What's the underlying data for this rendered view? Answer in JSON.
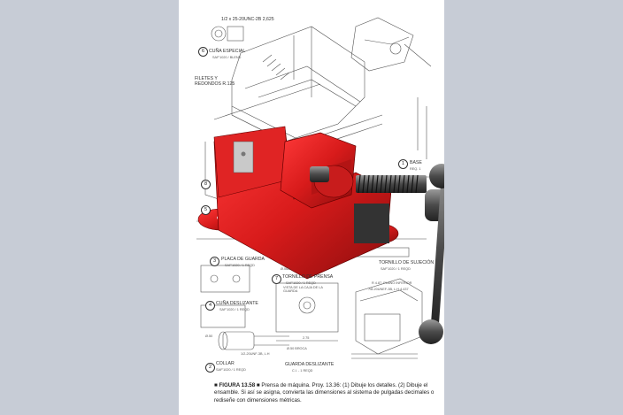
{
  "labels": {
    "top_callout": "1/2 x 25-20UNC-2B  2,625",
    "cuna_especial": "CUÑA ESPECIAL",
    "cuna_especial_sub": "SAF'1020 / BLEND",
    "filetes": "FILETES Y\nREDONDOS R.125",
    "base": "BASE",
    "base_sub": "REQ. 1",
    "placa_guarda": "PLACA DE GUARDA",
    "placa_guarda_sub": "SAF'1020 / 1 REQD",
    "tornillo_prensa": "TORNILLO DE PRENSA",
    "tornillo_prensa_sub": "SAF'1020 / 1 REQD",
    "tornillo_sujecion": "TORNILLO DE SUJECIÓN",
    "tornillo_sujecion_sub": "SAF'1020 / 1 REQD",
    "cuna_deslizante": "CUÑA DESLIZANTE",
    "cuna_deslizante_sub": "SAF'1020 / 1 REQD",
    "collar": "COLLAR",
    "collar_sub": "SAF'1020 / 1 REQD",
    "guarda_deslizante": "GUARDA DESLIZANTE",
    "guarda_deslizante_sub": "C.I. - 1 REQD",
    "plano_inferior": "R 4.87, PLANO INFERIOR",
    "thread_note": "7/8-20UNEF-3B, L.H  4.437",
    "thread_note_2": "1/2-20UNF-3B, L.H",
    "vista_caja": "VISTA DE LA CAJA DE LA GUARDA",
    "broca_note": "Ø.50 BROCA",
    "dim_275": "2.75",
    "dim_062": "Ø.062",
    "dim_50": "Ø.50"
  },
  "numbers": [
    "1",
    "2",
    "3",
    "4",
    "5",
    "6",
    "7",
    "8"
  ],
  "caption": {
    "figure": "FIGURA 13.58",
    "text": "Prensa de máquina. Proy. 13.36: (1) Dibuje los detalles. (2) Dibuje el ensamble. Si así se asigna, convierta las dimensiones al sistema de pulgadas decimales o rediseñe con dimensiones métricas."
  },
  "colors": {
    "background": "#c7ccd6",
    "page": "#ffffff",
    "vise_red": "#d81b1b",
    "steel": "#4a4a4a"
  }
}
